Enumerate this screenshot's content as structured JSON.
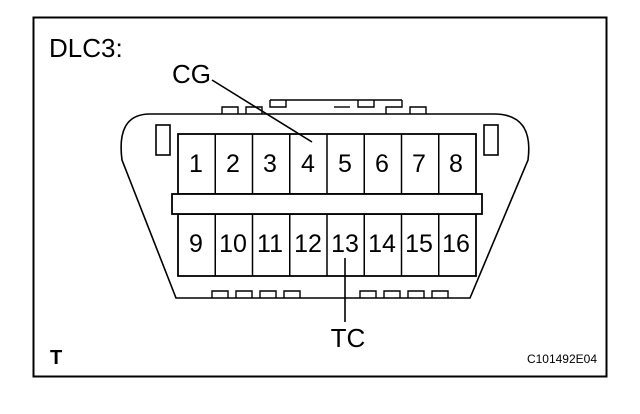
{
  "diagram": {
    "title": "DLC3:",
    "connector_pins": {
      "top_row": [
        "1",
        "2",
        "3",
        "4",
        "5",
        "6",
        "7",
        "8"
      ],
      "bottom_row": [
        "9",
        "10",
        "11",
        "12",
        "13",
        "14",
        "15",
        "16"
      ]
    },
    "callouts": [
      {
        "label": "CG",
        "pin": "4"
      },
      {
        "label": "TC",
        "pin": "13"
      }
    ],
    "corner_mark": "T",
    "figure_code": "C101492E04"
  }
}
